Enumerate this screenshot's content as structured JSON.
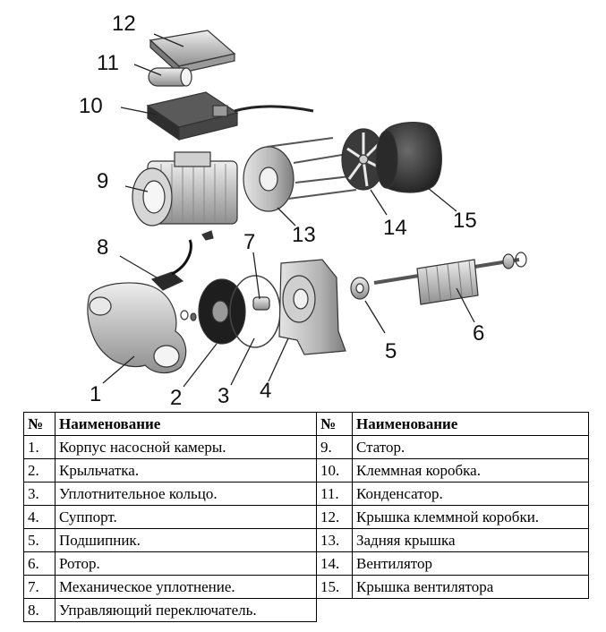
{
  "callouts": [
    "1",
    "2",
    "3",
    "4",
    "5",
    "6",
    "7",
    "8",
    "9",
    "10",
    "11",
    "12",
    "13",
    "14",
    "15"
  ],
  "table": {
    "headers": {
      "num": "№",
      "name": "Наименование"
    },
    "left": [
      {
        "num": "1.",
        "name": "Корпус насосной камеры."
      },
      {
        "num": "2.",
        "name": "Крыльчатка."
      },
      {
        "num": "3.",
        "name": "Уплотнительное кольцо."
      },
      {
        "num": "4.",
        "name": "Суппорт."
      },
      {
        "num": "5.",
        "name": "Подшипник."
      },
      {
        "num": "6.",
        "name": "Ротор."
      },
      {
        "num": "7.",
        "name": "Механическое уплотнение."
      },
      {
        "num": "8.",
        "name": "Управляющий переключатель."
      }
    ],
    "right": [
      {
        "num": "9.",
        "name": "Статор."
      },
      {
        "num": "10.",
        "name": "Клеммная коробка."
      },
      {
        "num": "11.",
        "name": "Конденсатор."
      },
      {
        "num": "12.",
        "name": "Крышка клеммной коробки."
      },
      {
        "num": "13.",
        "name": "Задняя крышка"
      },
      {
        "num": "14.",
        "name": "Вентилятор"
      },
      {
        "num": "15.",
        "name": "Крышка вентилятора"
      }
    ]
  }
}
